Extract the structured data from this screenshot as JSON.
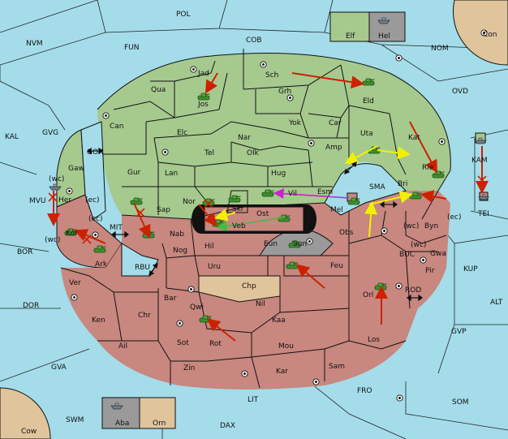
{
  "provinces": {
    "sea": [
      "POL",
      "NVM",
      "FUN",
      "COB",
      "NOM",
      "OVD",
      "KAL",
      "GVG",
      "GOR",
      "MIT",
      "MVU",
      "BOR",
      "RBU",
      "DOR",
      "GVA",
      "SWM",
      "LIT",
      "DAX",
      "FRO",
      "SOM",
      "GVP",
      "ALT",
      "KUP",
      "BUC",
      "ROD",
      "SMA",
      "KAM",
      "TEI"
    ],
    "green": [
      "Jad",
      "Sch",
      "Qua",
      "Jos",
      "Grh",
      "Eld",
      "Can",
      "Elc",
      "Nar",
      "Yok",
      "Car",
      "Uta",
      "Kat",
      "Tel",
      "Olk",
      "Amp",
      "Gaw",
      "Gur",
      "Lan",
      "Hug",
      "Rie",
      "Nor",
      "Skr",
      "Vil",
      "Esm",
      "Sap",
      "Her"
    ],
    "red": [
      "Kor",
      "Ark",
      "Nab",
      "Ost",
      "Veb",
      "Eun",
      "Sun",
      "Mel",
      "Obs",
      "Bri",
      "Byn",
      "Hil",
      "Nog",
      "Uru",
      "Feu",
      "Gwa",
      "Pir",
      "Ver",
      "Ken",
      "Bar",
      "Qwi",
      "Nil",
      "Orl",
      "Chr",
      "Ail",
      "Rot",
      "Kaa",
      "Mou",
      "Los",
      "Zin",
      "Sot",
      "Kar",
      "Sam"
    ],
    "neutral": [
      "Chp",
      "Con",
      "Cow"
    ]
  },
  "box_top": {
    "left": "Elf",
    "right": "Hel"
  },
  "box_bottom": {
    "left": "Aba",
    "right": "Orn"
  },
  "coast_tags": {
    "wc1": "(wc)",
    "ec1": "(ec)",
    "ec2": "(ec)",
    "wc2": "(wc)",
    "wc3": "(wc)",
    "ec3": "(ec)",
    "wc4": "(wc)"
  },
  "colors": {
    "sea": "#a4dcea",
    "green": "#a6c98e",
    "red": "#c8877f",
    "neutral": "#e0c49c",
    "grey": "#9a9a9a",
    "move": "#cc2200",
    "support": "#f2f200",
    "convoy": "#cc22cc",
    "hold": "#44bb44"
  },
  "icons": [
    "army-icon",
    "fleet-icon",
    "supply-center-icon",
    "failed-order-icon",
    "two-way-arrow-icon"
  ]
}
